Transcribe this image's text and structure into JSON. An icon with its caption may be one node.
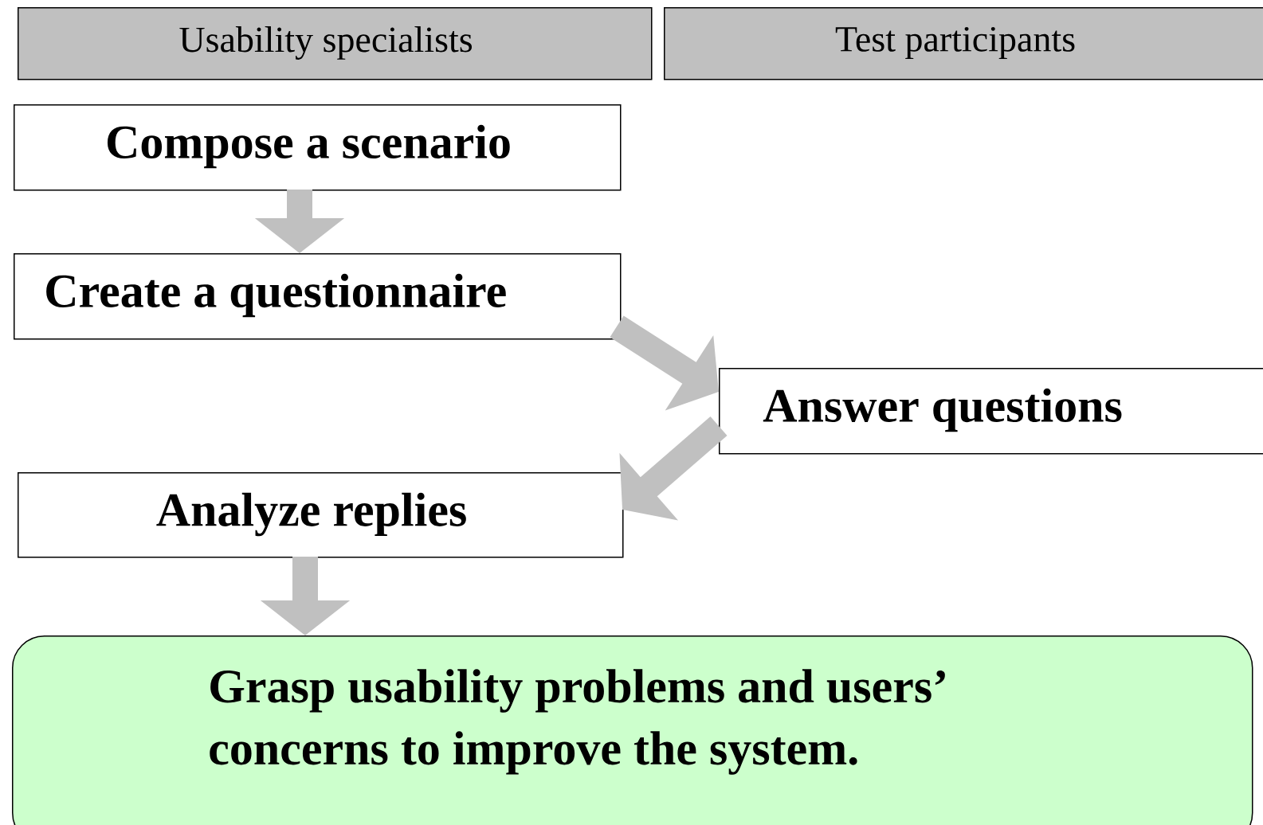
{
  "diagram": {
    "nodes": [
      {
        "text": [
          "Usability specialists"
        ]
      },
      {
        "text": [
          "Test participants"
        ]
      },
      {
        "text": [
          "Compose a scenario"
        ]
      },
      {
        "text": [
          "Create a questionnaire"
        ]
      },
      {
        "text": [
          "Answer questions"
        ]
      },
      {
        "text": [
          "Analyze replies"
        ]
      },
      {
        "text": [
          "Grasp usability problems and users’ concerns to improve the system."
        ]
      }
    ],
    "edges": [
      {
        "from": 2,
        "to": 3,
        "arrow": "to"
      },
      {
        "from": 3,
        "to": 4,
        "arrow": "to"
      },
      {
        "from": 4,
        "to": 5,
        "arrow": "to"
      },
      {
        "from": 5,
        "to": 6,
        "arrow": "to"
      }
    ]
  }
}
